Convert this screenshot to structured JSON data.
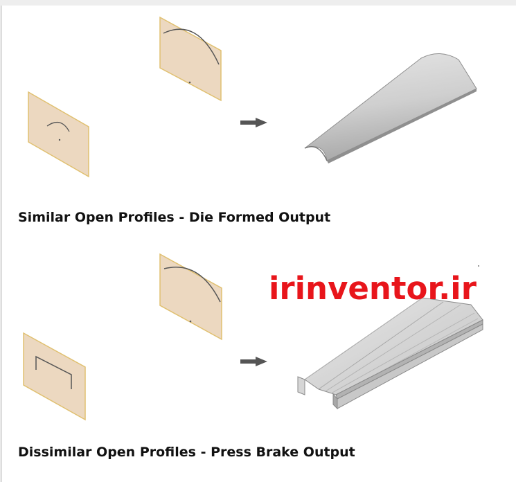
{
  "figures": [
    {
      "caption": "Similar Open Profiles - Die Formed Output"
    },
    {
      "caption": "Dissimilar Open Profiles - Press Brake Output"
    }
  ],
  "watermark": {
    "text": "irinventor.ir",
    "color": "#e8151b"
  },
  "colors": {
    "sketch_plane_fill": "#ecd8c0",
    "sketch_plane_edge": "#e0c070",
    "profile_stroke": "#555555",
    "arrow": "#555555",
    "solid_light": "#e2e2e2",
    "solid_mid": "#c4c4c4",
    "solid_dark": "#9a9a9a"
  }
}
